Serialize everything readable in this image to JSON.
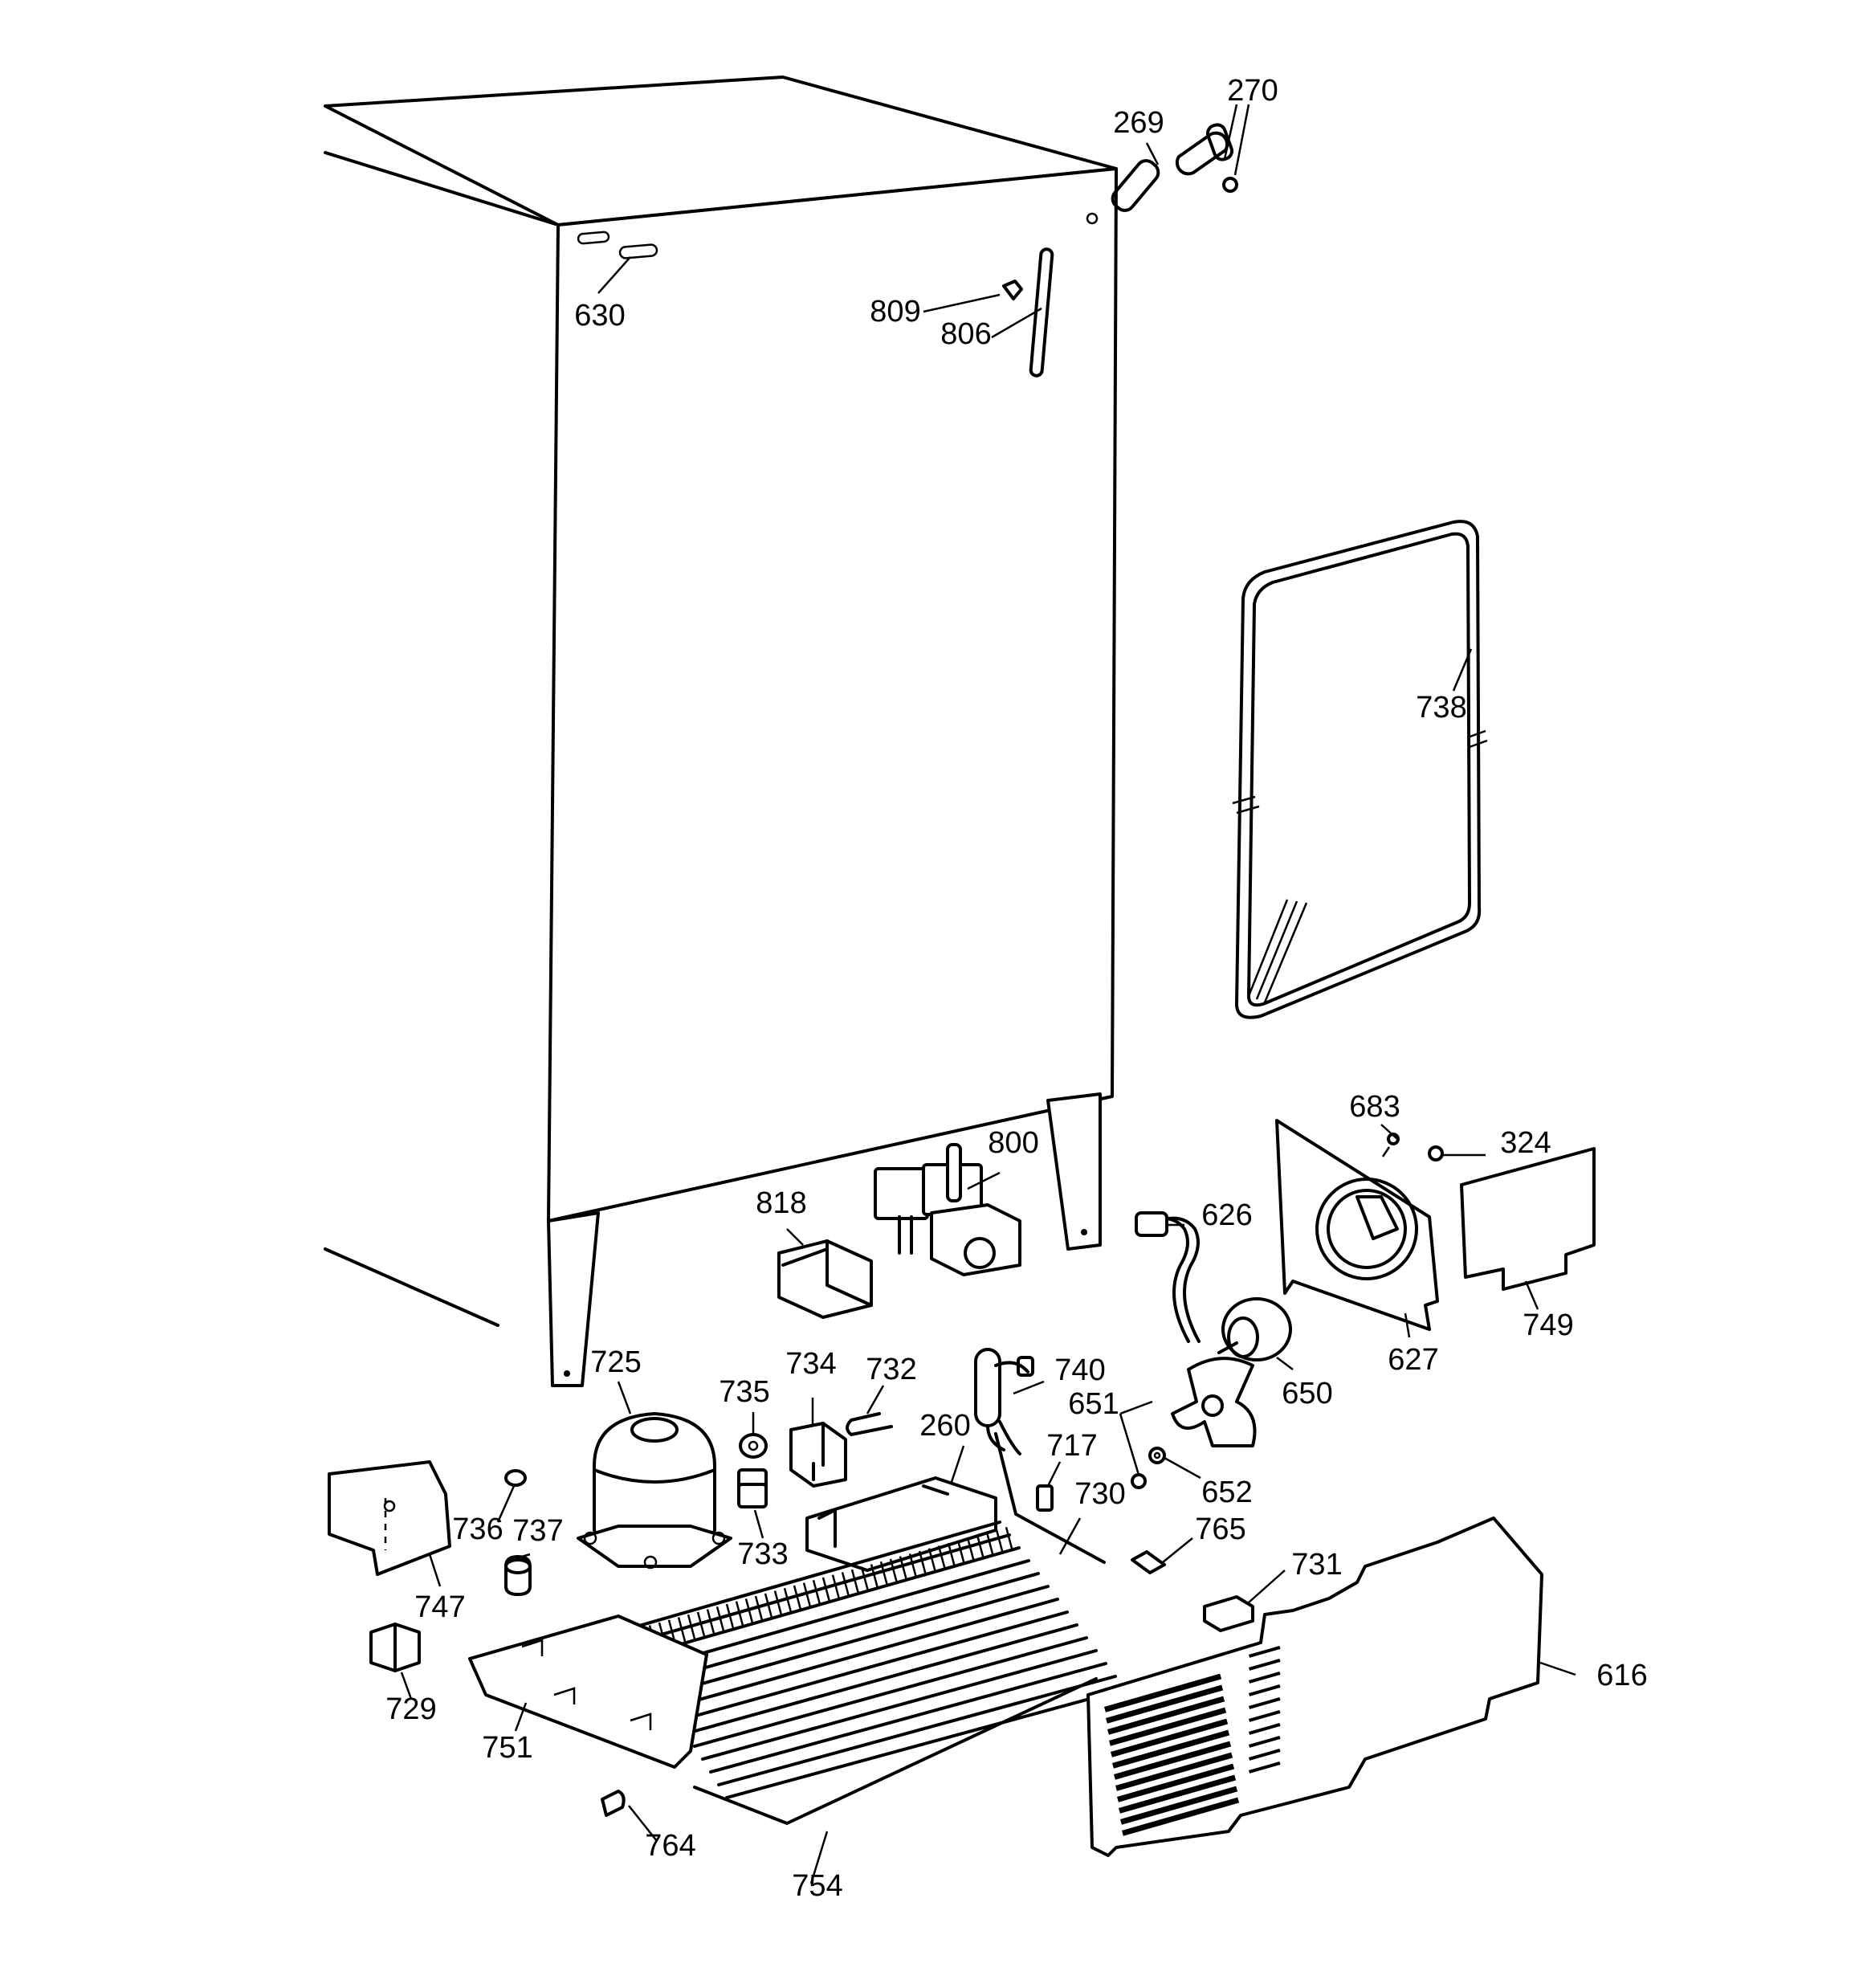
{
  "colors": {
    "line": "#000000",
    "background": "#ffffff"
  },
  "callouts": {
    "c269": "269",
    "c270": "270",
    "c630": "630",
    "c809": "809",
    "c806": "806",
    "c738": "738",
    "c683": "683",
    "c324": "324",
    "c800": "800",
    "c818": "818",
    "c626": "626",
    "c627": "627",
    "c749": "749",
    "c650": "650",
    "c725": "725",
    "c734": "734",
    "c732": "732",
    "c735": "735",
    "c740": "740",
    "c651": "651",
    "c260": "260",
    "c717": "717",
    "c652": "652",
    "c730": "730",
    "c736": "736",
    "c737": "737",
    "c733": "733",
    "c765": "765",
    "c747": "747",
    "c731": "731",
    "c616": "616",
    "c729": "729",
    "c751": "751",
    "c764": "764",
    "c754": "754"
  }
}
